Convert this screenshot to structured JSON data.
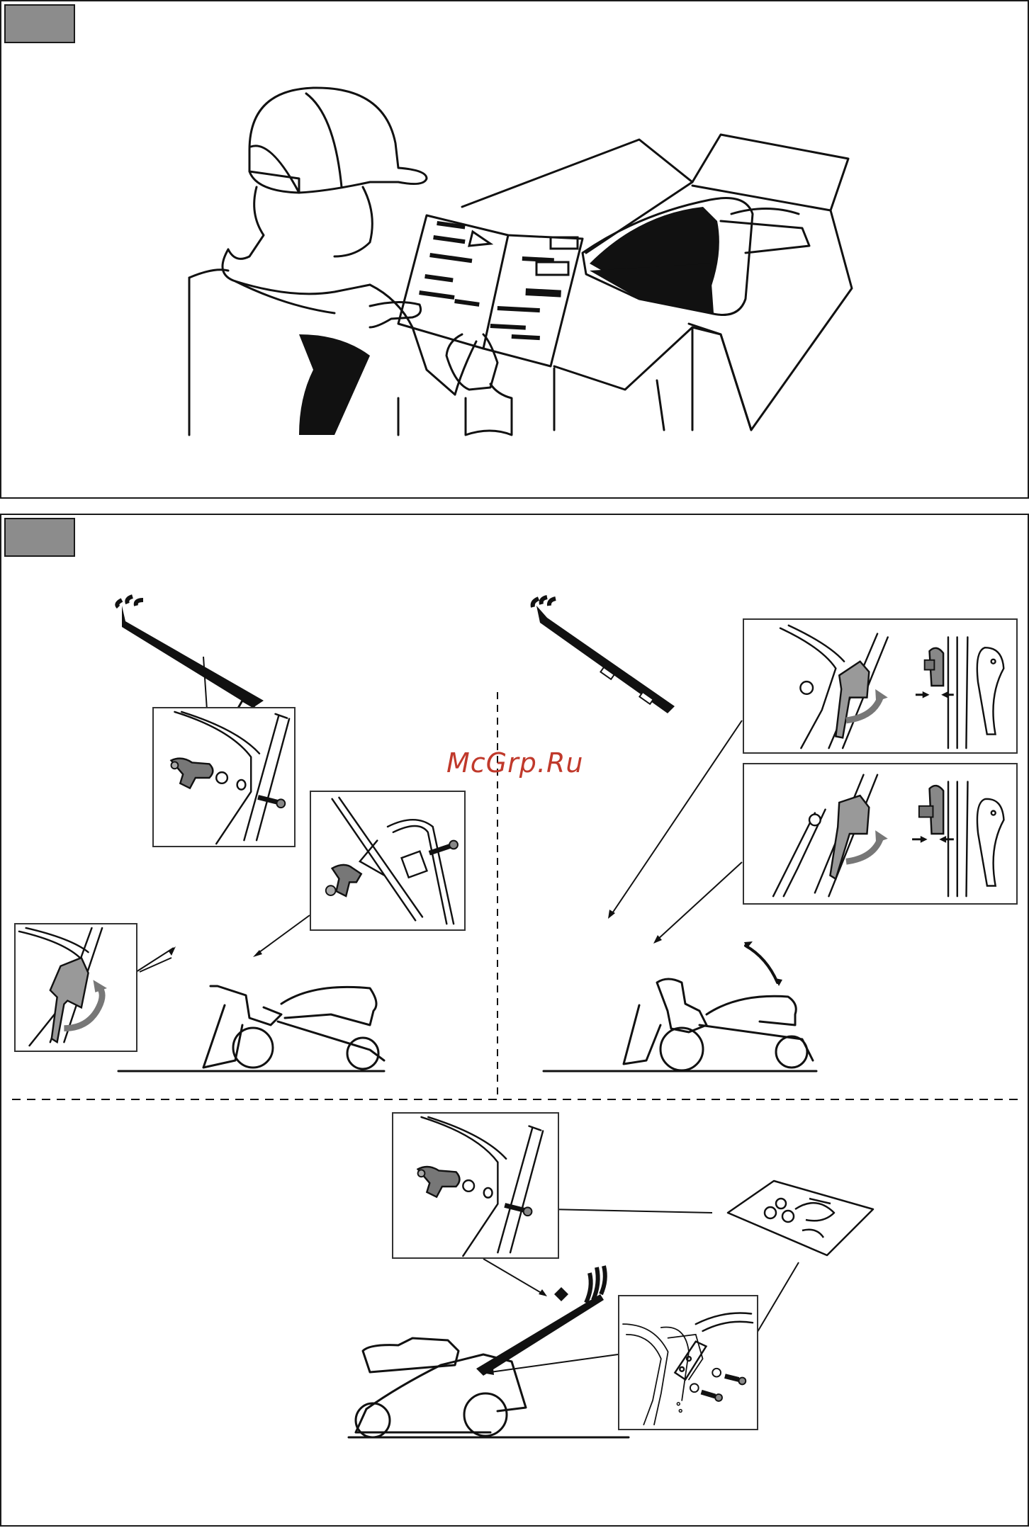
{
  "watermark": {
    "text": "McGrp.Ru"
  },
  "colors": {
    "tag": "#8c8c8c",
    "ink": "#1a1a1a",
    "watermark": "#c0392b"
  },
  "icons": {
    "panel1": [
      "person-reading-manual-illustration",
      "open-box-illustration",
      "lawnmower-in-box-illustration"
    ],
    "panel2": [
      "handle-assembly-step-illustration",
      "knob-bolt-detail-icon",
      "lever-latch-detail-icon",
      "handle-height-adjust-icon",
      "parts-bag-icon"
    ]
  }
}
